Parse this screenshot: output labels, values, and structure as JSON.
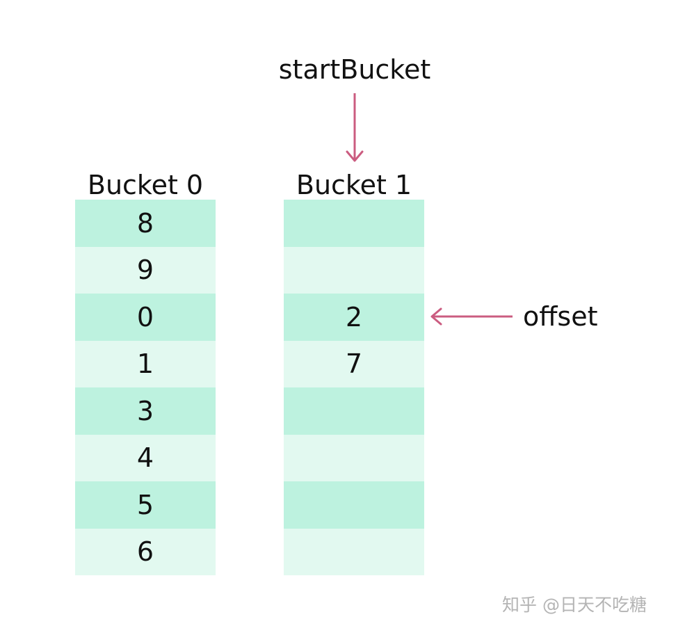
{
  "start_label": "startBucket",
  "offset_label": "offset",
  "arrow_color": "#cb5c80",
  "cell_colors": {
    "dark": "#bdf2df",
    "light": "#e2f9f0"
  },
  "buckets": [
    {
      "title": "Bucket 0",
      "cells": [
        "8",
        "9",
        "0",
        "1",
        "3",
        "4",
        "5",
        "6"
      ]
    },
    {
      "title": "Bucket 1",
      "cells": [
        "",
        "",
        "2",
        "7",
        "",
        "",
        "",
        ""
      ]
    }
  ],
  "watermark": "知乎 @日天不吃糖"
}
